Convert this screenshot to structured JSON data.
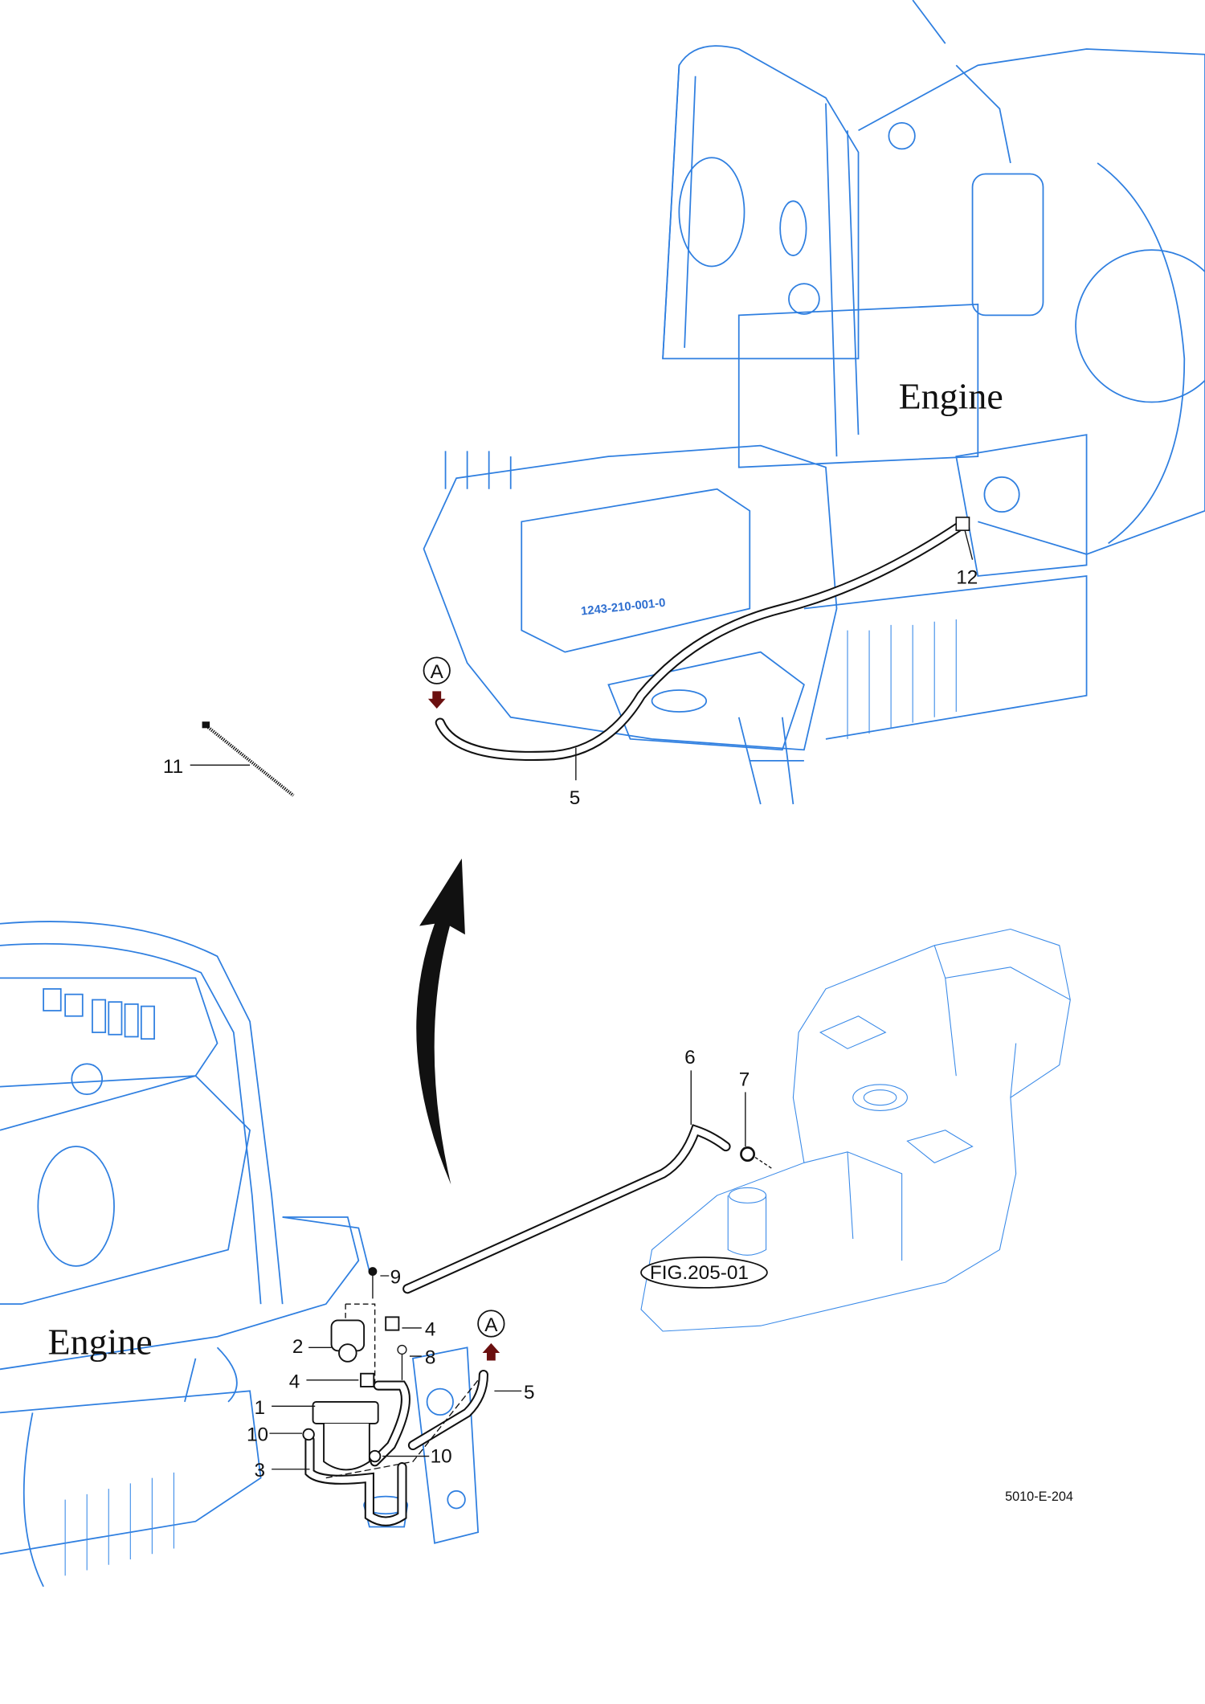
{
  "figure": {
    "drawing_code": "5010-E-204",
    "reference": "FIG.205-01",
    "part_stamp": "1243-210-001-0",
    "engine_label_top": "Engine",
    "engine_label_bottom": "Engine",
    "connector_label": "A",
    "callouts": {
      "top_hose": "5",
      "top_fitting": "12",
      "cable_tie": "11",
      "filter_assembly": "1",
      "pump": "2",
      "filter_hose": "3",
      "clamp_upper": "4",
      "clamp_lower": "4",
      "tank_hose": "6",
      "tank_clamp": "7",
      "bolt_8": "8",
      "bolt_9": "9",
      "fitting_left": "10",
      "fitting_right": "10",
      "bottom_hose": "5"
    }
  }
}
